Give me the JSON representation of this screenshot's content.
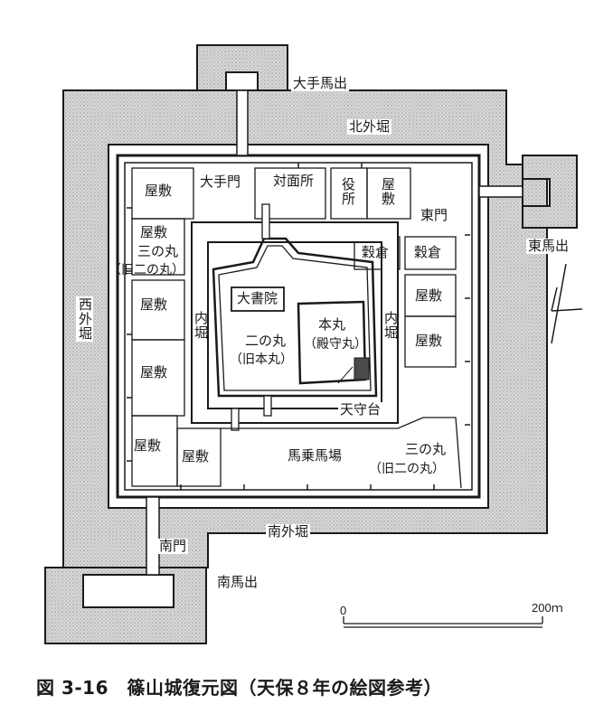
{
  "moats": {
    "north": "北外堀",
    "west": "西外堀",
    "south": "南外堀",
    "inner_west": "内堀",
    "inner_east": "内堀"
  },
  "gates": {
    "ote_umadashi": "大手馬出",
    "ote_mon": "大手門",
    "higashi_mon": "東門",
    "higashi_umadashi": "東馬出",
    "minami_mon": "南門",
    "minami_umadashi": "南馬出"
  },
  "areas": {
    "taimensho": "対面所",
    "yakusho": "役所",
    "yashiki": "屋敷",
    "kokugura": "穀倉",
    "sannomaru_w_1": "三の丸",
    "sannomaru_w_2": "（旧二の丸）",
    "sannomaru_e_1": "三の丸",
    "sannomaru_e_2": "（旧二の丸）",
    "ninomaru_1": "二の丸",
    "ninomaru_2": "（旧本丸）",
    "honmaru_1": "本丸",
    "honmaru_2": "（殿守丸）",
    "oshoin": "大書院",
    "tenshudai": "天守台",
    "bajo_baba": "馬乗馬場"
  },
  "scale": {
    "zero": "0",
    "end": "200ｍ"
  },
  "caption": "図 3-16　篠山城復元図（天保８年の絵図参考）",
  "colors": {
    "moat_fill": "#cfcfcf",
    "ink": "#1a1a1a",
    "paper": "#ffffff"
  }
}
